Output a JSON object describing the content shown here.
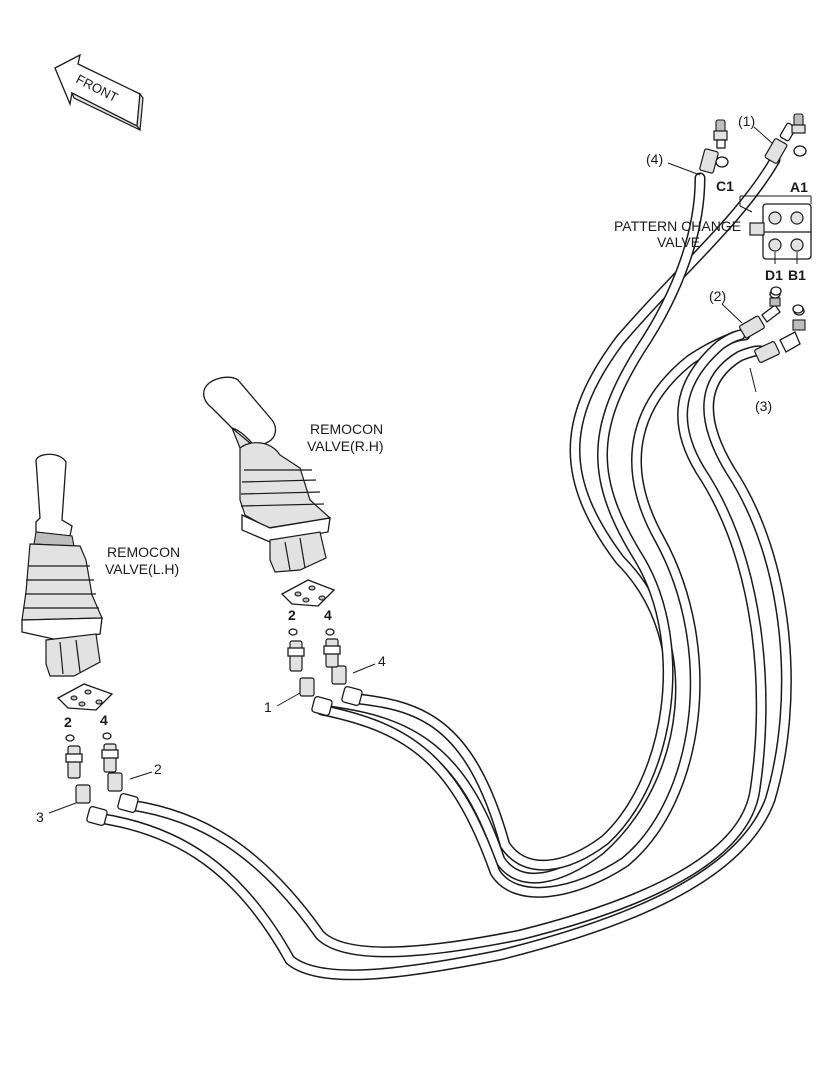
{
  "direction": {
    "label": "FRONT"
  },
  "valves": {
    "right": {
      "line1": "REMOCON",
      "line2": "VALVE(R.H)"
    },
    "left": {
      "line1": "REMOCON",
      "line2": "VALVE(L.H)"
    },
    "pattern": {
      "line1": "PATTERN CHANGE",
      "line2": "VALVE"
    }
  },
  "ports": {
    "a1": "A1",
    "b1": "B1",
    "c1": "C1",
    "d1": "D1"
  },
  "callouts": {
    "top_1": "(1)",
    "top_4": "(4)",
    "mid_2": "(2)",
    "mid_3": "(3)",
    "rh_2": "2",
    "rh_4": "4",
    "rh_hose_1": "1",
    "rh_hose_4": "4",
    "lh_2": "2",
    "lh_4": "4",
    "lh_hose_3": "3",
    "lh_hose_2": "2"
  }
}
